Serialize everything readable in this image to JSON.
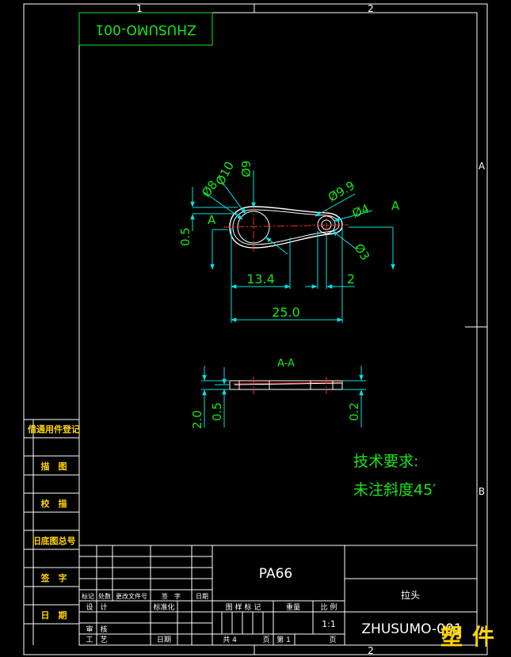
{
  "drawing_number_mirrored": "ZHUSUMO-001",
  "zone_labels": {
    "col1": "1",
    "col2": "2",
    "rowA": "A",
    "rowB": "B"
  },
  "dimensions": {
    "d8": "Ø8",
    "d10": "Ø10",
    "d9": "Ø9",
    "d9_9": "Ø9.9",
    "d4": "Ø4",
    "d3": "Ø3",
    "h0_5": "0.5",
    "len13_4": "13.4",
    "w2": "2",
    "len25": "25.0",
    "t2_0": "2.0",
    "t0_5": "0.5",
    "t0_2": "0.2"
  },
  "section": {
    "mark_left": "A",
    "mark_right": "A",
    "title": "A-A"
  },
  "technical_requirements": {
    "heading": "技术要求:",
    "note": "未注斜度45′"
  },
  "left_strip": [
    "借通用件登记",
    "描　图",
    "校　描",
    "旧底图总号",
    "签　字",
    "日　期"
  ],
  "title_block": {
    "material": "PA66",
    "part_name": "拉头",
    "drawing_number": "ZHUSUMO-001",
    "scale": "1:1",
    "headers": [
      "标记",
      "处数",
      "更改文件号",
      "签　字",
      "日期"
    ],
    "designer_label": "设　计",
    "standardization_label": "标准化",
    "review_label": "审　核",
    "process_label": "工　艺",
    "date_label": "日期",
    "stage_label": "图 样 标 记",
    "weight_label": "重量",
    "scale_label": "比 例",
    "sheets_total": "共 4",
    "sheets_word": "页",
    "sheet_no": "第 1",
    "sheet_word": "页"
  },
  "watermark": "塑件"
}
